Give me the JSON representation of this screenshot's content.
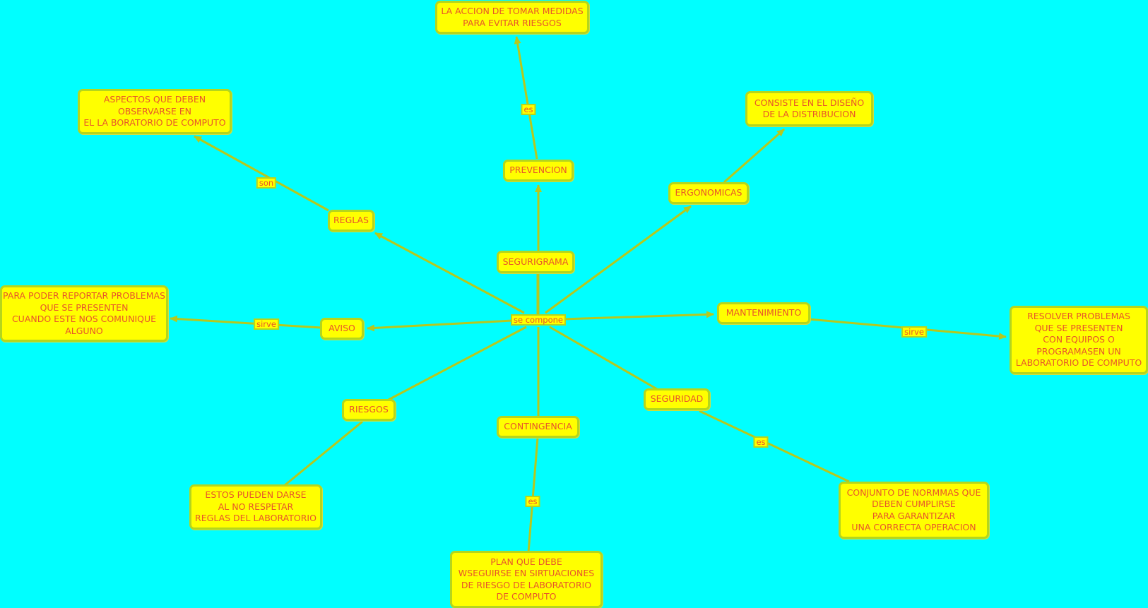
{
  "colors": {
    "background": "#00ffff",
    "node_fill": "#ffff00",
    "node_border": "#b5d61c",
    "text": "#e8552a",
    "connector": "#b5c81e"
  },
  "nodes": {
    "segurigrama": "SEGURIGRAMA",
    "prevencion": "PREVENCION",
    "prevencion_def": "LA ACCION DE TOMAR MEDIDAS\nPARA EVITAR RIESGOS",
    "reglas": "REGLAS",
    "reglas_def": "ASPECTOS QUE DEBEN\nOBSERVARSE EN\nEL LA BORATORIO DE COMPUTO",
    "ergonomicas": "ERGONOMICAS",
    "ergonomicas_def": "CONSISTE EN EL DISEÑO\nDE LA DISTRIBUCION",
    "aviso": "AVISO",
    "aviso_def": "PARA PODER REPORTAR PROBLEMAS\nQUE SE PRESENTEN\nCUANDO ESTE NOS COMUNIQUE\nALGUNO",
    "mantenimiento": "MANTENIMIENTO",
    "mantenimiento_def": "RESOLVER PROBLEMAS\nQUE SE PRESENTEN\nCON EQUIPOS O\nPROGRAMASEN UN\nLABORATORIO DE COMPUTO",
    "riesgos": "RIESGOS",
    "riesgos_def": "ESTOS PUEDEN DARSE\nAL NO RESPETAR\nREGLAS DEL LABORATORIO",
    "contingencia": "CONTINGENCIA",
    "contingencia_def": "PLAN QUE DEBE\nWSEGUIRSE EN SIRTUACIONES\nDE RIESGO DE LABORATORIO\nDE COMPUTO",
    "seguridad": "SEGURIDAD",
    "seguridad_def": "CONJUNTO DE NORMMAS QUE\nDEBEN CUMPLIRSE\nPARA GARANTIZAR\nUNA CORRECTA OPERACION"
  },
  "links": {
    "se_compone": "se compone",
    "es_prevencion": "es",
    "son_reglas": "son",
    "sirve_aviso": "sirve",
    "sirve_mantenimiento": "sirve",
    "es_contingencia": "es",
    "es_seguridad": "es"
  }
}
